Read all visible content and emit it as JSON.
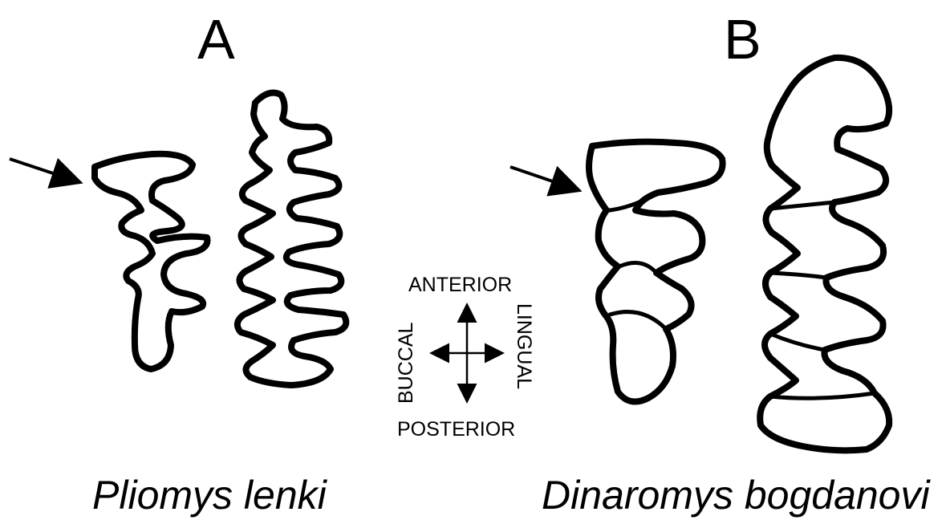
{
  "panels": [
    {
      "letter": "A",
      "species": "Pliomys lenki"
    },
    {
      "letter": "B",
      "species": "Dinaromys bogdanovi"
    }
  ],
  "orientation": {
    "anterior": "ANTERIOR",
    "posterior": "POSTERIOR",
    "buccal": "BUCCAL",
    "lingual": "LINGUAL"
  }
}
